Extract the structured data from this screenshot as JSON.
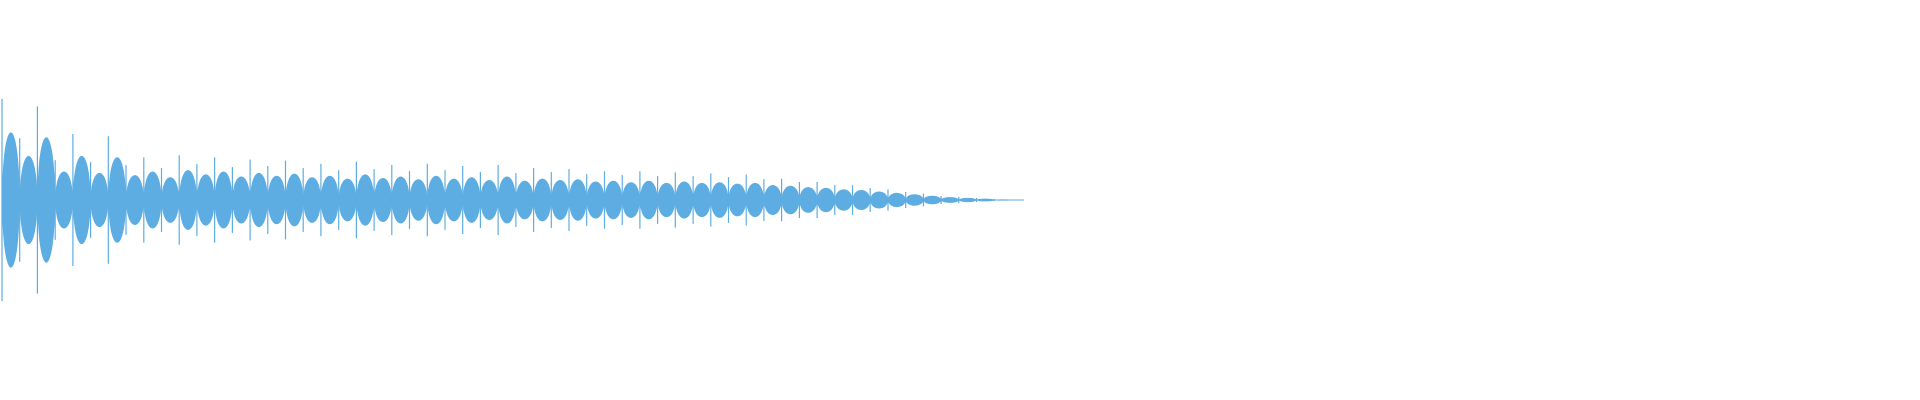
{
  "waveform": {
    "color": "#5dade2",
    "background": "#ffffff",
    "envelope": [
      0.95,
      0.62,
      0.88,
      0.4,
      0.62,
      0.38,
      0.6,
      0.35,
      0.4,
      0.32,
      0.42,
      0.36,
      0.4,
      0.33,
      0.38,
      0.34,
      0.37,
      0.32,
      0.34,
      0.3,
      0.36,
      0.31,
      0.33,
      0.29,
      0.34,
      0.3,
      0.32,
      0.28,
      0.33,
      0.27,
      0.3,
      0.28,
      0.29,
      0.26,
      0.27,
      0.25,
      0.27,
      0.24,
      0.26,
      0.24,
      0.25,
      0.23,
      0.24,
      0.21,
      0.2,
      0.18,
      0.17,
      0.15,
      0.14,
      0.12,
      0.1,
      0.08,
      0.06,
      0.04,
      0.03,
      0.02,
      0.01
    ],
    "active_fraction": 0.53
  }
}
